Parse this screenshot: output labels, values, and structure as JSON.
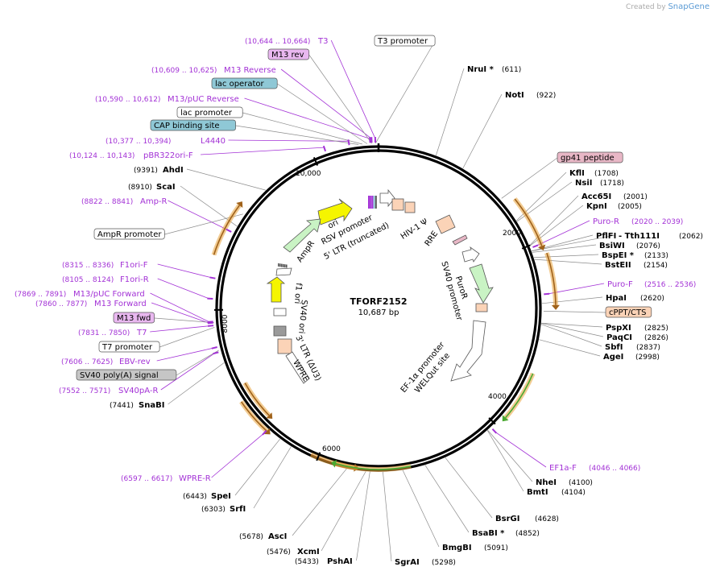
{
  "brand": {
    "created_by": "Created by",
    "name": "SnapGene"
  },
  "plasmid": {
    "name": "TFORF2152",
    "size": "10,687 bp",
    "length": 10687
  },
  "ticks": [
    {
      "label": "2000",
      "bp": 2000
    },
    {
      "label": "4000",
      "bp": 4000
    },
    {
      "label": "6000",
      "bp": 6000
    },
    {
      "label": "8000",
      "bp": 8000
    },
    {
      "label": "10,000",
      "bp": 10000
    }
  ],
  "enzymes": [
    {
      "name": "NruI *",
      "pos": "(611)",
      "bp": 611
    },
    {
      "name": "NotI",
      "pos": "(922)",
      "bp": 922
    },
    {
      "name": "KflI",
      "pos": "(1708)",
      "bp": 1708
    },
    {
      "name": "NsiI",
      "pos": "(1718)",
      "bp": 1718
    },
    {
      "name": "Acc65I",
      "pos": "(2001)",
      "bp": 2001
    },
    {
      "name": "KpnI",
      "pos": "(2005)",
      "bp": 2005
    },
    {
      "name": "PflFI",
      "pos": "",
      "bp": 2062
    },
    {
      "name": "- Tth111I",
      "pos": "(2062)",
      "bp": 2062
    },
    {
      "name": "BsiWI",
      "pos": "(2076)",
      "bp": 2076
    },
    {
      "name": "BspEI *",
      "pos": "(2133)",
      "bp": 2133
    },
    {
      "name": "BstEII",
      "pos": "(2154)",
      "bp": 2154
    },
    {
      "name": "HpaI",
      "pos": "(2620)",
      "bp": 2620
    },
    {
      "name": "PspXI",
      "pos": "(2825)",
      "bp": 2825
    },
    {
      "name": "PaqCI",
      "pos": "(2826)",
      "bp": 2826
    },
    {
      "name": "SbfI",
      "pos": "(2837)",
      "bp": 2837
    },
    {
      "name": "AgeI",
      "pos": "(2998)",
      "bp": 2998
    },
    {
      "name": "NheI",
      "pos": "(4100)",
      "bp": 4100
    },
    {
      "name": "BmtI",
      "pos": "(4104)",
      "bp": 4104
    },
    {
      "name": "BsrGI",
      "pos": "(4628)",
      "bp": 4628
    },
    {
      "name": "BsaBI *",
      "pos": "(4852)",
      "bp": 4852
    },
    {
      "name": "BmgBI",
      "pos": "(5091)",
      "bp": 5091
    },
    {
      "name": "SgrAI",
      "pos": "(5298)",
      "bp": 5298
    },
    {
      "name": "PshAI",
      "pos": "(5433)",
      "bp": 5433
    },
    {
      "name": "XcmI",
      "pos": "(5476)",
      "bp": 5476
    },
    {
      "name": "AscI",
      "pos": "(5678)",
      "bp": 5678
    },
    {
      "name": "SrfI",
      "pos": "(6303)",
      "bp": 6303
    },
    {
      "name": "SpeI",
      "pos": "(6443)",
      "bp": 6443
    },
    {
      "name": "SnaBI",
      "pos": "(7441)",
      "bp": 7441
    },
    {
      "name": "ScaI",
      "pos": "(8910)",
      "bp": 8910
    },
    {
      "name": "AhdI",
      "pos": "(9391)",
      "bp": 9391
    }
  ],
  "primers": [
    {
      "name": "T3",
      "pos": "(10,644 .. 10,664)",
      "bp": 10654
    },
    {
      "name": "M13 Reverse",
      "pos": "(10,609 .. 10,625)",
      "bp": 10617
    },
    {
      "name": "M13/pUC Reverse",
      "pos": "(10,590 .. 10,612)",
      "bp": 10601
    },
    {
      "name": "L4440",
      "pos": "(10,377 .. 10,394)",
      "bp": 10385
    },
    {
      "name": "pBR322ori-F",
      "pos": "(10,124 .. 10,143)",
      "bp": 10133
    },
    {
      "name": "Amp-R",
      "pos": "(8822 .. 8841)",
      "bp": 8831
    },
    {
      "name": "F1ori-F",
      "pos": "(8315 .. 8336)",
      "bp": 8325
    },
    {
      "name": "F1ori-R",
      "pos": "(8105 .. 8124)",
      "bp": 8114
    },
    {
      "name": "M13/pUC Forward",
      "pos": "(7869 .. 7891)",
      "bp": 7880
    },
    {
      "name": "M13 Forward",
      "pos": "(7860 .. 7877)",
      "bp": 7868
    },
    {
      "name": "T7",
      "pos": "(7831 .. 7850)",
      "bp": 7840
    },
    {
      "name": "EBV-rev",
      "pos": "(7606 .. 7625)",
      "bp": 7615
    },
    {
      "name": "SV40pA-R",
      "pos": "(7552 .. 7571)",
      "bp": 7561
    },
    {
      "name": "WPRE-R",
      "pos": "(6597 .. 6617)",
      "bp": 6607
    },
    {
      "name": "Puro-R",
      "pos": "(2020 .. 2039)",
      "bp": 2029
    },
    {
      "name": "Puro-F",
      "pos": "(2516 .. 2536)",
      "bp": 2526
    },
    {
      "name": "EF1a-F",
      "pos": "(4046 .. 4066)",
      "bp": 4056
    }
  ],
  "boxed_features": [
    {
      "name": "T3 promoter",
      "color": "#ffffff",
      "bp": 10655
    },
    {
      "name": "M13 rev",
      "color": "#e9b8f0",
      "bp": 10617
    },
    {
      "name": "lac operator",
      "color": "#8fc8d6",
      "bp": 10570
    },
    {
      "name": "lac promoter",
      "color": "#ffffff",
      "bp": 10520
    },
    {
      "name": "CAP binding site",
      "color": "#8fc8d6",
      "bp": 10480
    },
    {
      "name": "gp41 peptide",
      "color": "#e8b7c6",
      "bp": 1430
    },
    {
      "name": "cPPT/CTS",
      "color": "#fbd3b7",
      "bp": 2700
    },
    {
      "name": "AmpR promoter",
      "color": "#ffffff",
      "bp": 9050
    },
    {
      "name": "M13 fwd",
      "color": "#e9b8f0",
      "bp": 7868
    },
    {
      "name": "T7 promoter",
      "color": "#ffffff",
      "bp": 7820
    },
    {
      "name": "SV40 poly(A) signal",
      "color": "#c6c6c6",
      "bp": 7580
    }
  ],
  "inner_labels": [
    {
      "name": "RSV promoter"
    },
    {
      "name": "5' LTR (truncated)"
    },
    {
      "name": "HIV-1 Ψ"
    },
    {
      "name": "RRE"
    },
    {
      "name": "ori"
    },
    {
      "name": "AmpR"
    },
    {
      "name": "PuroR"
    },
    {
      "name": "SV40 promoter"
    },
    {
      "name": "f1 ori"
    },
    {
      "name": "SV40 ori"
    },
    {
      "name": "3' LTR (ΔU3)"
    },
    {
      "name": "WPRE"
    },
    {
      "name": "EF-1α promoter"
    },
    {
      "name": "WELQut site"
    }
  ],
  "colors": {
    "backbone": "#000000",
    "orf": "#e8a33a",
    "orf_green": "#4aa830",
    "primer": "#a332d6",
    "ori": "#f5f500",
    "ampr": "#c9f3c4",
    "ltr": "#fbd3b7",
    "promoter": "#ffffff"
  }
}
